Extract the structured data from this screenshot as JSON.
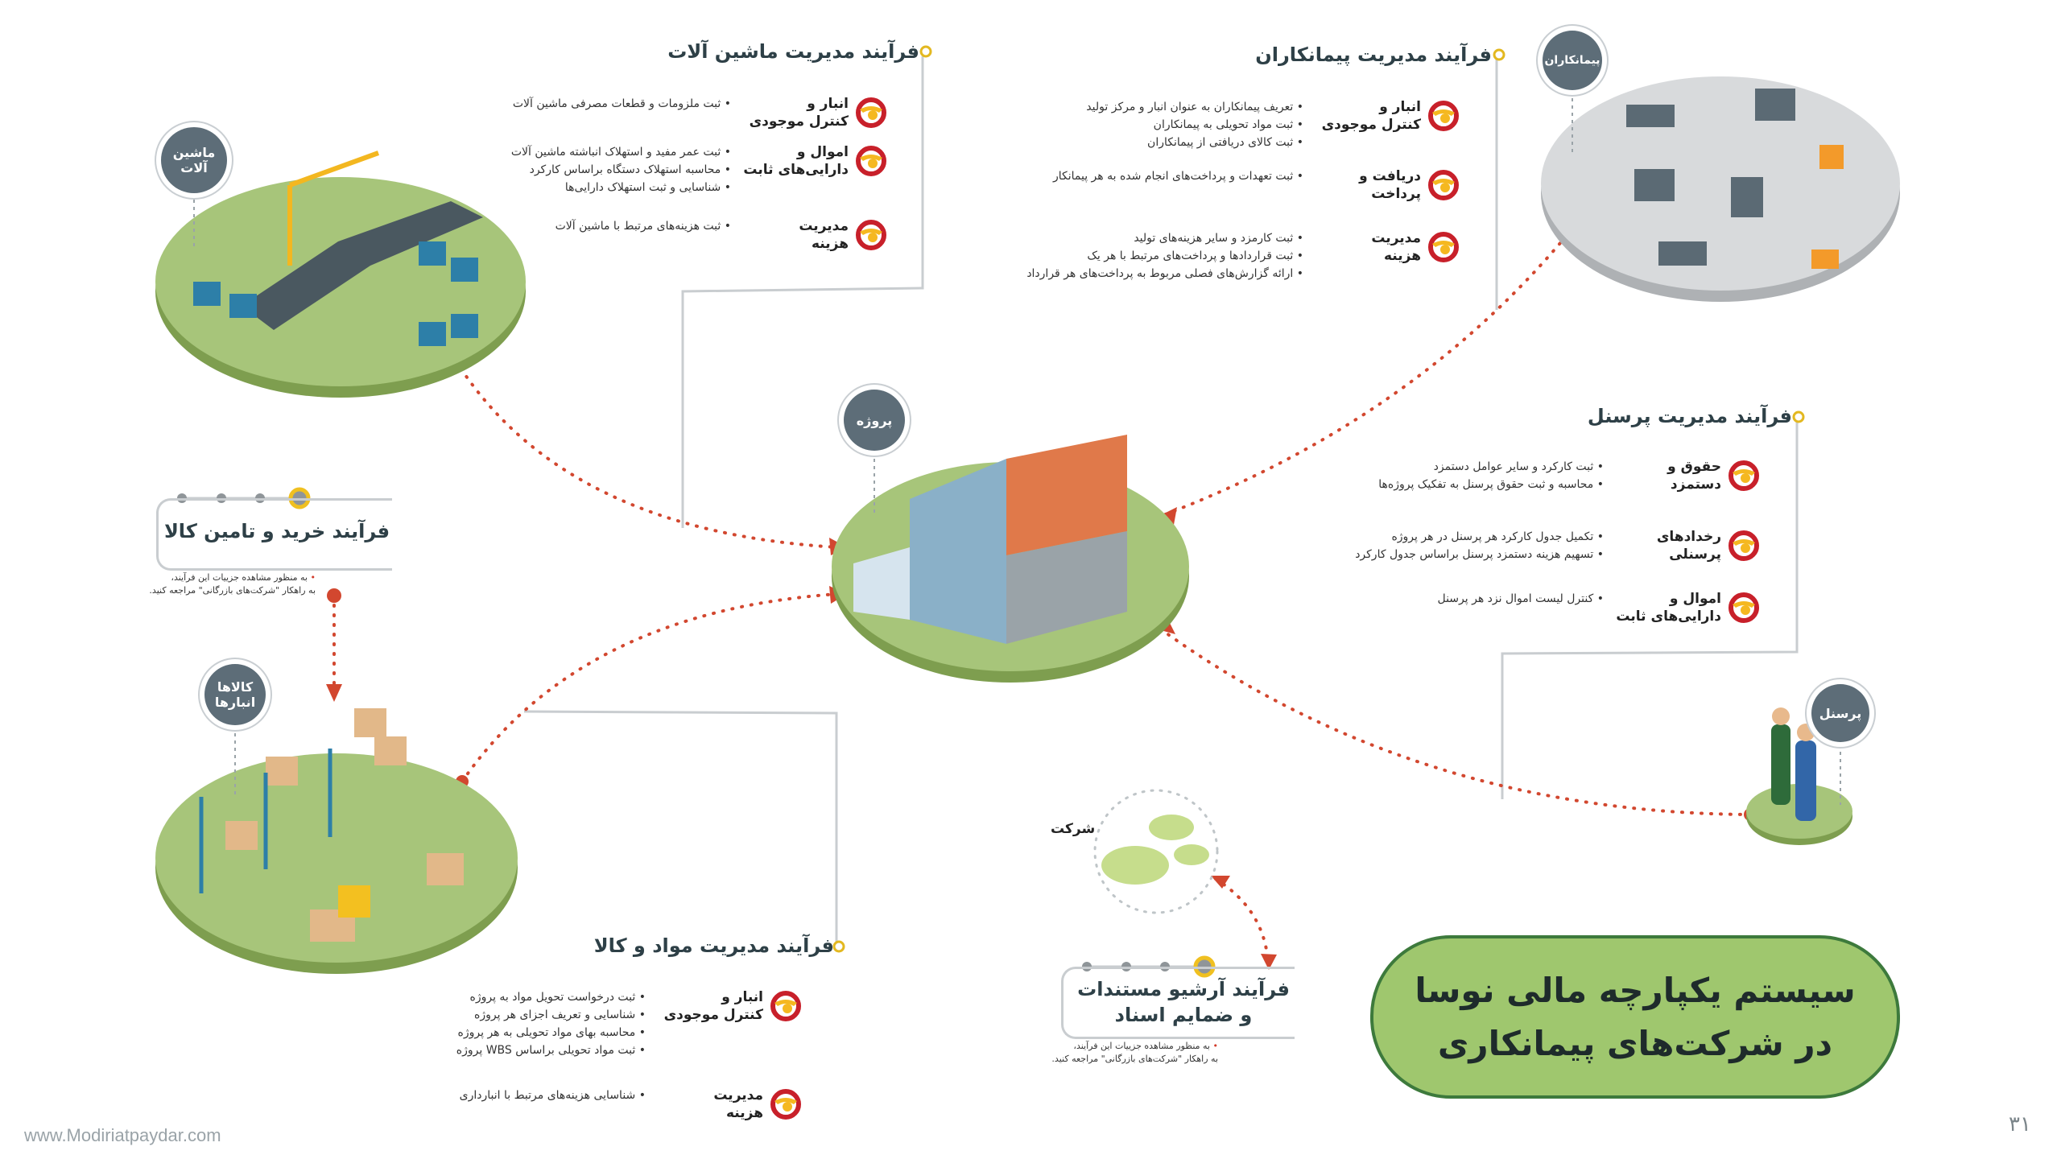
{
  "colors": {
    "accent_red": "#c8202a",
    "accent_yellow": "#f5b820",
    "platform_green": "#a7c57a",
    "badge_gray": "#5d6d78",
    "title_box_green": "#9fc76e",
    "dotted_connector": "#d2472f"
  },
  "badges": {
    "machinery": "ماشین آلات",
    "contractors": "پیمانکاران",
    "project": "پروژه",
    "warehouse": "کالاها انبارها",
    "personnel": "پرسنل",
    "company": "شرکت"
  },
  "sections": {
    "machinery": {
      "title": "فرآیند مدیریت ماشین آلات",
      "rows": [
        {
          "icon": "inventory-icon",
          "label": "انبار و کنترل موجودی",
          "bullets": [
            "ثبت ملزومات و قطعات مصرفی ماشین آلات"
          ]
        },
        {
          "icon": "fixed-assets-icon",
          "label": "اموال و دارایی‌های ثابت",
          "bullets": [
            "ثبت عمر مفید و استهلاک انباشته ماشین آلات",
            "محاسبه استهلاک دستگاه براساس کارکرد",
            "شناسایی و ثبت استهلاک دارایی‌ها"
          ]
        },
        {
          "icon": "cost-management-icon",
          "label": "مدیریت هزینه",
          "bullets": [
            "ثبت هزینه‌های مرتبط با ماشین آلات"
          ]
        }
      ]
    },
    "contractors": {
      "title": "فرآیند مدیریت پیمانکاران",
      "rows": [
        {
          "icon": "inventory-icon",
          "label": "انبار و کنترل موجودی",
          "bullets": [
            "تعریف پیمانکاران به عنوان انبار و مرکز تولید",
            "ثبت مواد تحویلی به پیمانکاران",
            "ثبت کالای دریافتی از پیمانکاران"
          ]
        },
        {
          "icon": "payment-icon",
          "label": "دریافت و پرداخت",
          "bullets": [
            "ثبت تعهدات و پرداخت‌های انجام شده به هر پیمانکار"
          ]
        },
        {
          "icon": "cost-management-icon",
          "label": "مدیریت هزینه",
          "bullets": [
            "ثبت کارمزد و سایر هزینه‌های تولید",
            "ثبت قراردادها و پرداخت‌های مرتبط با هر یک",
            "ارائه گزارش‌های فصلی مربوط به پرداخت‌های هر قرارداد"
          ]
        }
      ]
    },
    "personnel": {
      "title": "فرآیند مدیریت پرسنل",
      "rows": [
        {
          "icon": "payroll-icon",
          "label": "حقوق و دستمزد",
          "bullets": [
            "ثبت کارکرد و سایر عوامل دستمزد",
            "محاسبه و ثبت حقوق پرسنل به تفکیک پروژه‌ها"
          ]
        },
        {
          "icon": "personnel-events-icon",
          "label": "رخدادهای پرسنلی",
          "bullets": [
            "تکمیل جدول کارکرد هر پرسنل در هر پروژه",
            "تسهیم هزینه دستمزد پرسنل براساس جدول کارکرد"
          ]
        },
        {
          "icon": "fixed-assets-icon",
          "label": "اموال و دارایی‌های ثابت",
          "bullets": [
            "کنترل لیست اموال نزد هر پرسنل"
          ]
        }
      ]
    },
    "materials": {
      "title": "فرآیند مدیریت مواد و کالا",
      "rows": [
        {
          "icon": "inventory-icon",
          "label": "انبار و کنترل موجودی",
          "bullets": [
            "ثبت درخواست تحویل مواد به پروژه",
            "شناسایی و تعریف اجزای هر پروژه",
            "محاسبه بهای مواد تحویلی به هر پروژه",
            "ثبت مواد تحویلی براساس WBS پروژه"
          ]
        },
        {
          "icon": "cost-management-icon",
          "label": "مدیریت هزینه",
          "bullets": [
            "شناسایی هزینه‌های مرتبط با انبارداری"
          ]
        }
      ]
    }
  },
  "processes": {
    "purchase": {
      "title": "فرآیند خرید و تامین کالا",
      "note_line1": "به منظور مشاهده جزییات این فرآیند،",
      "note_line2": "به راهکار \"شرکت‌های بازرگانی\" مراجعه کنید."
    },
    "archive": {
      "title_line1": "فرآیند آرشیو مستندات",
      "title_line2": "و ضمایم اسناد",
      "note_line1": "به منظور مشاهده جزییات این فرآیند،",
      "note_line2": "به راهکار \"شرکت‌های بازرگانی\" مراجعه کنید."
    }
  },
  "main_title": {
    "line1": "سیستم یکپارچه مالی نوسا",
    "line2": "در شرکت‌های پیمانکاری"
  },
  "footer": {
    "website": "www.Modiriatpaydar.com",
    "page_number": "۳۱"
  }
}
